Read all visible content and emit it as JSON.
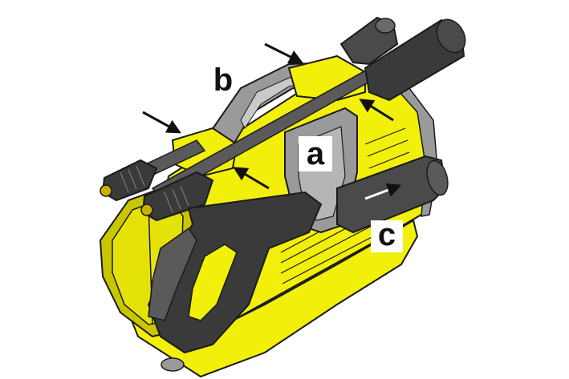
{
  "labels": {
    "a": "a",
    "b": "b",
    "c": "c"
  },
  "colors": {
    "body_yellow": "#f2ef0a",
    "body_yellow_dark": "#c9c600",
    "body_yellow_shadow": "#a8a500",
    "rubber_dark": "#3a3a3a",
    "rubber_mid": "#5a5a5a",
    "metal_grey": "#9a9a9a",
    "metal_light": "#c9c9c9",
    "outline": "#1a1a1a",
    "label_box": "#ffffff"
  },
  "icons": [
    "arrow-icon"
  ]
}
